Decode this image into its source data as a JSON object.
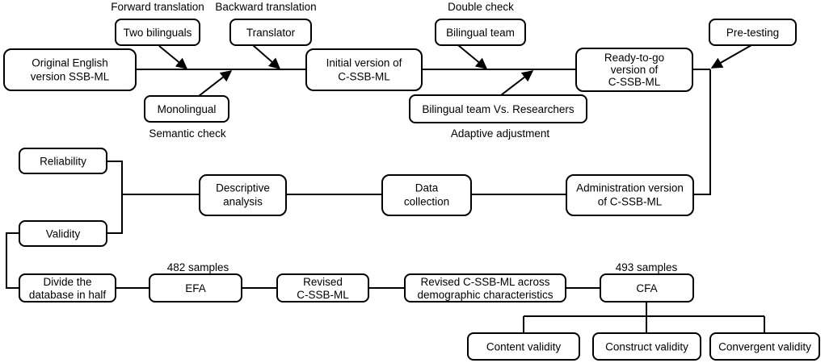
{
  "boxes": {
    "original": [
      "Original English",
      "version SSB-ML"
    ],
    "two_bilinguals": [
      "Two bilinguals"
    ],
    "translator": [
      "Translator"
    ],
    "monolingual": [
      "Monolingual"
    ],
    "initial_version": [
      "Initial version of",
      "C-SSB-ML"
    ],
    "bilingual_team": [
      "Bilingual team"
    ],
    "bilingual_vs": [
      "Bilingual team Vs. Researchers"
    ],
    "ready_to_go": [
      "Ready-to-go",
      "version of",
      "C-SSB-ML"
    ],
    "pre_testing": [
      "Pre-testing"
    ],
    "administration": [
      "Administration version",
      "of C-SSB-ML"
    ],
    "data_collection": [
      "Data",
      "collection"
    ],
    "descriptive": [
      "Descriptive",
      "analysis"
    ],
    "reliability": [
      "Reliability"
    ],
    "validity": [
      "Validity"
    ],
    "divide": [
      "Divide the",
      "database in half"
    ],
    "efa": [
      "EFA"
    ],
    "revised": [
      "Revised",
      "C-SSB-ML"
    ],
    "revised_across": [
      "Revised C-SSB-ML across",
      "demographic characteristics"
    ],
    "cfa": [
      "CFA"
    ],
    "content_validity": [
      "Content validity"
    ],
    "construct_validity": [
      "Construct validity"
    ],
    "convergent_validity": [
      "Convergent validity"
    ]
  },
  "labels": {
    "forward_translation": "Forward translation",
    "backward_translation": "Backward translation",
    "semantic_check": "Semantic check",
    "double_check": "Double check",
    "adaptive_adjustment": "Adaptive adjustment",
    "samples_482": "482 samples",
    "samples_493": "493 samples"
  }
}
